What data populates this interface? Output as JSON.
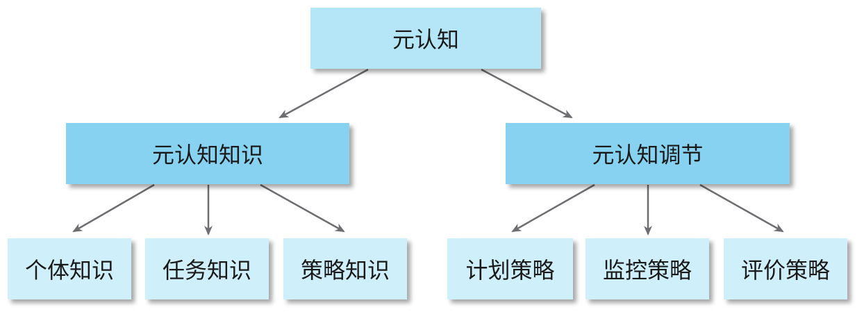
{
  "diagram": {
    "root": {
      "label": "元认知"
    },
    "branches": [
      {
        "label": "元认知知识",
        "children": [
          {
            "label": "个体知识"
          },
          {
            "label": "任务知识"
          },
          {
            "label": "策略知识"
          }
        ]
      },
      {
        "label": "元认知调节",
        "children": [
          {
            "label": "计划策略"
          },
          {
            "label": "监控策略"
          },
          {
            "label": "评价策略"
          }
        ]
      }
    ]
  },
  "colors": {
    "root_fill": "#b5e6f8",
    "branch_fill": "#86d2f0",
    "leaf_fill": "#cfeffb",
    "arrow": "#6d6e71"
  }
}
